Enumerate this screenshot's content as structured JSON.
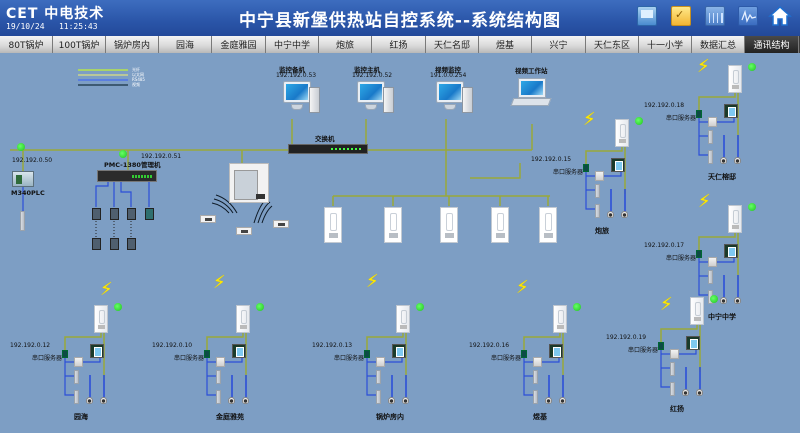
{
  "header": {
    "logo": "CET 中电技术",
    "date": "19/10/24",
    "time": "11:25:43",
    "title": "中宁县新堡供热站自控系统--系统结构图",
    "icons": [
      "monitor-icon",
      "checklist-icon",
      "table-icon",
      "trend-icon",
      "home-icon"
    ]
  },
  "tabs": [
    {
      "label": "80T锅炉",
      "active": false
    },
    {
      "label": "100T锅炉",
      "active": false
    },
    {
      "label": "锅炉房内",
      "active": false
    },
    {
      "label": "园海",
      "active": false
    },
    {
      "label": "金庭雅园",
      "active": false
    },
    {
      "label": "中宁中学",
      "active": false
    },
    {
      "label": "炮旅",
      "active": false
    },
    {
      "label": "红扬",
      "active": false
    },
    {
      "label": "天仁名邸",
      "active": false
    },
    {
      "label": "煜基",
      "active": false
    },
    {
      "label": "兴宁",
      "active": false
    },
    {
      "label": "天仁东区",
      "active": false
    },
    {
      "label": "十一小学",
      "active": false
    },
    {
      "label": "数据汇总",
      "active": false
    },
    {
      "label": "通讯结构",
      "active": true
    }
  ],
  "legend": [
    {
      "label": "光纤",
      "color": "#a8d36a"
    },
    {
      "label": "以太网",
      "color": "#b9c79a"
    },
    {
      "label": "RS485",
      "color": "#5b7fe0"
    },
    {
      "label": "视频",
      "color": "#3d5a73"
    }
  ],
  "control_room": {
    "backup": {
      "name": "监控备机",
      "ip": "192.192.0.53"
    },
    "main": {
      "name": "监控主机",
      "ip": "192.192.0.52"
    },
    "video": {
      "name": "视频监控",
      "ip": "191.0.0.254"
    },
    "workstation": {
      "name": "视频工作站"
    },
    "switch": {
      "name": "交换机"
    }
  },
  "plc": {
    "ip": "192.192.0.50",
    "name": "M340PLC"
  },
  "pmc": {
    "ip": "192.192.0.51",
    "name": "PMC-1380管理机"
  },
  "serial_label": "串口服务器",
  "stations": [
    {
      "ip": "192.192.0.15",
      "name": "炮旅"
    },
    {
      "ip": "192.192.0.18",
      "name": "天仁榕邸"
    },
    {
      "ip": "192.192.0.17",
      "name": "中宁中学"
    },
    {
      "ip": "192.192.0.12",
      "name": "园海"
    },
    {
      "ip": "192.192.0.10",
      "name": "金庭雅苑"
    },
    {
      "ip": "192.192.0.13",
      "name": "锅炉房内"
    },
    {
      "ip": "192.192.0.16",
      "name": "煜基"
    },
    {
      "ip": "192.192.0.19",
      "name": "红扬"
    }
  ]
}
